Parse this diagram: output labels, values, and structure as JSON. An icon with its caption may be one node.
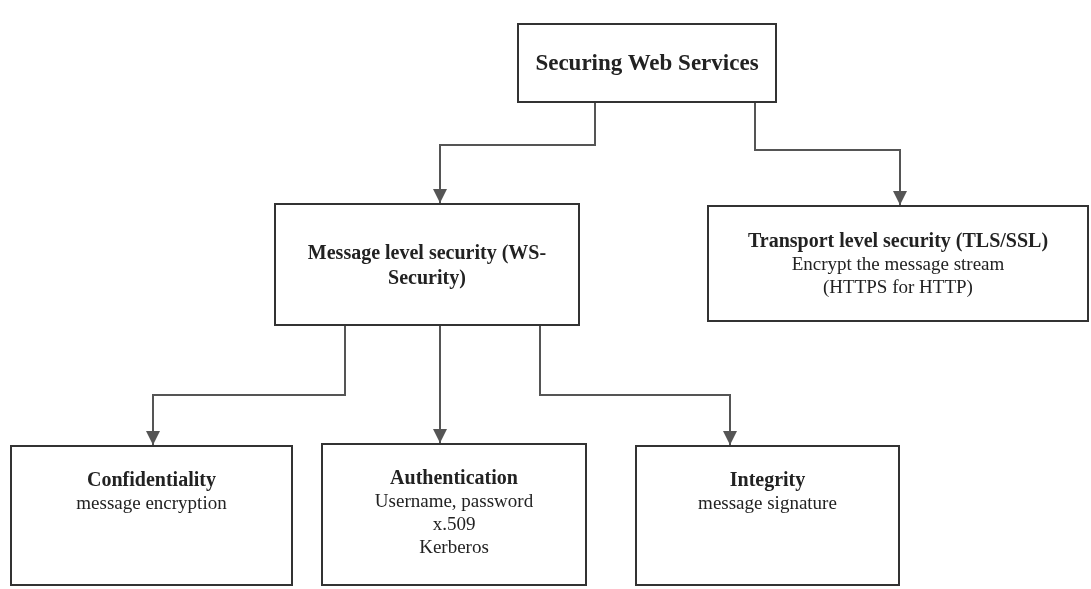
{
  "diagram": {
    "nodes": [
      {
        "text": [
          "Securing Web Services"
        ]
      },
      {
        "text": [
          "Message level security (WS-Security)"
        ]
      },
      {
        "text": [
          "Transport level security (TLS/SSL)",
          "Encrypt the message stream (HTTPS for HTTP)"
        ]
      },
      {
        "text": [
          "Confidentiality",
          "message encryption"
        ]
      },
      {
        "text": [
          "Authentication",
          "Username, password",
          "x.509",
          "Kerberos"
        ]
      },
      {
        "text": [
          "Integrity",
          "message signature"
        ]
      }
    ],
    "edges": [
      {
        "from": 0,
        "to": 1,
        "arrow": "to"
      },
      {
        "from": 0,
        "to": 2,
        "arrow": "to"
      },
      {
        "from": 1,
        "to": 3,
        "arrow": "to"
      },
      {
        "from": 1,
        "to": 4,
        "arrow": "to"
      },
      {
        "from": 1,
        "to": 5,
        "arrow": "to"
      }
    ]
  }
}
